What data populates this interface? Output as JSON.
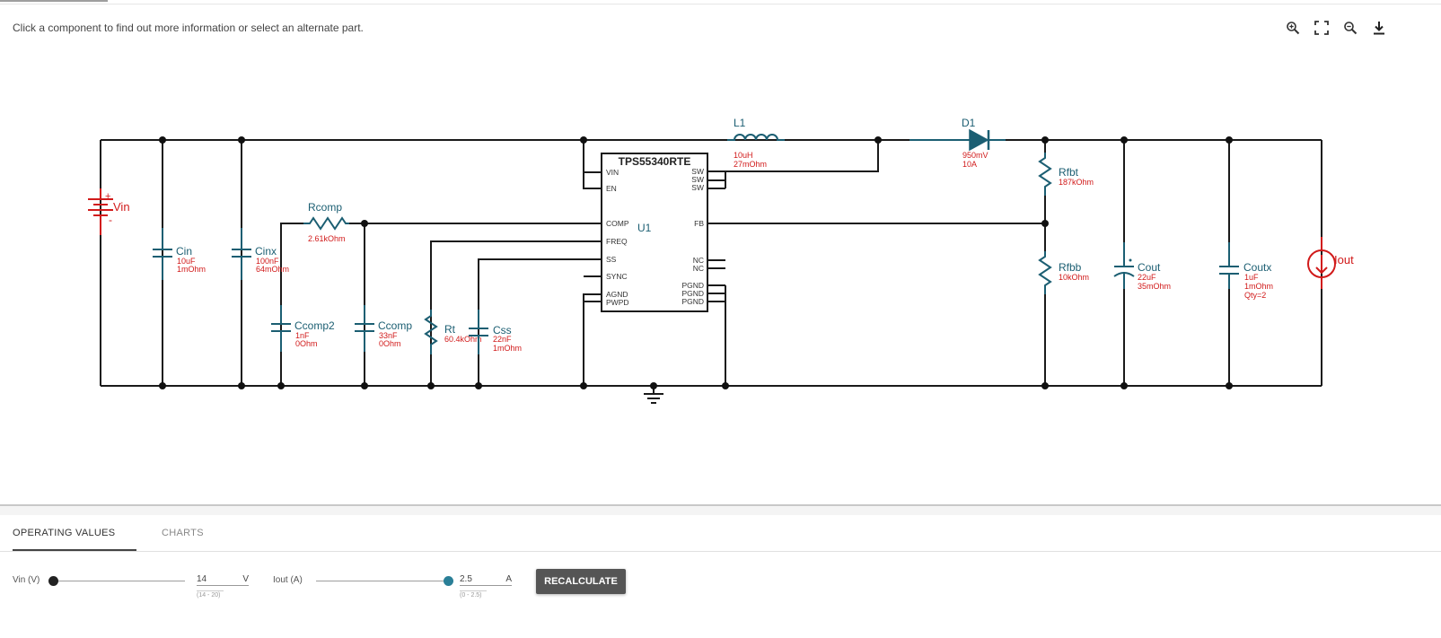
{
  "hint": "Click a component to find out more information or select an alternate part.",
  "toolbar": {
    "icons": [
      "zoom-in-icon",
      "fullscreen-icon",
      "zoom-out-icon",
      "download-icon"
    ]
  },
  "schematic": {
    "ic": {
      "part": "TPS55340RTE",
      "ref": "U1",
      "left_pins": [
        "VIN",
        "EN",
        "COMP",
        "FREQ",
        "SS",
        "SYNC",
        "AGND",
        "PWPD"
      ],
      "right_pins": [
        "SW",
        "SW",
        "SW",
        "FB",
        "NC",
        "NC",
        "PGND",
        "PGND",
        "PGND"
      ]
    },
    "vin": {
      "name": "Vin",
      "plus": "+",
      "minus": "-"
    },
    "cin": {
      "name": "Cin",
      "v1": "10uF",
      "v2": "1mOhm"
    },
    "cinx": {
      "name": "Cinx",
      "v1": "100nF",
      "v2": "64mOhm"
    },
    "rcomp": {
      "name": "Rcomp",
      "v1": "2.61kOhm"
    },
    "ccomp2": {
      "name": "Ccomp2",
      "v1": "1nF",
      "v2": "0Ohm"
    },
    "ccomp": {
      "name": "Ccomp",
      "v1": "33nF",
      "v2": "0Ohm"
    },
    "rt": {
      "name": "Rt",
      "v1": "60.4kOhm"
    },
    "css": {
      "name": "Css",
      "v1": "22nF",
      "v2": "1mOhm"
    },
    "l1": {
      "name": "L1",
      "v1": "10uH",
      "v2": "27mOhm"
    },
    "d1": {
      "name": "D1",
      "v1": "950mV",
      "v2": "10A"
    },
    "rfbt": {
      "name": "Rfbt",
      "v1": "187kOhm"
    },
    "rfbb": {
      "name": "Rfbb",
      "v1": "10kOhm"
    },
    "cout": {
      "name": "Cout",
      "v1": "22uF",
      "v2": "35mOhm"
    },
    "coutx": {
      "name": "Coutx",
      "v1": "1uF",
      "v2": "1mOhm",
      "v3": "Qty=2"
    },
    "iout": {
      "name": "Iout"
    }
  },
  "tabs": [
    {
      "label": "OPERATING VALUES",
      "active": true
    },
    {
      "label": "CHARTS",
      "active": false
    }
  ],
  "controls": {
    "vin": {
      "label": "Vin (V)",
      "value": "14",
      "unit": "V",
      "range": "(14 - 20)",
      "fraction": 0
    },
    "iout": {
      "label": "Iout (A)",
      "value": "2.5",
      "unit": "A",
      "range": "(0 - 2.5)",
      "fraction": 1
    }
  },
  "recalculate_label": "RECALCULATE",
  "colors": {
    "wire": "#1a1a1a",
    "component": "#1b5e72",
    "value": "#d11a1a",
    "source": "#d11a1a",
    "slider_thumb_dark": "#222222",
    "slider_thumb_accent": "#2a7f97",
    "button_bg": "#555555"
  }
}
